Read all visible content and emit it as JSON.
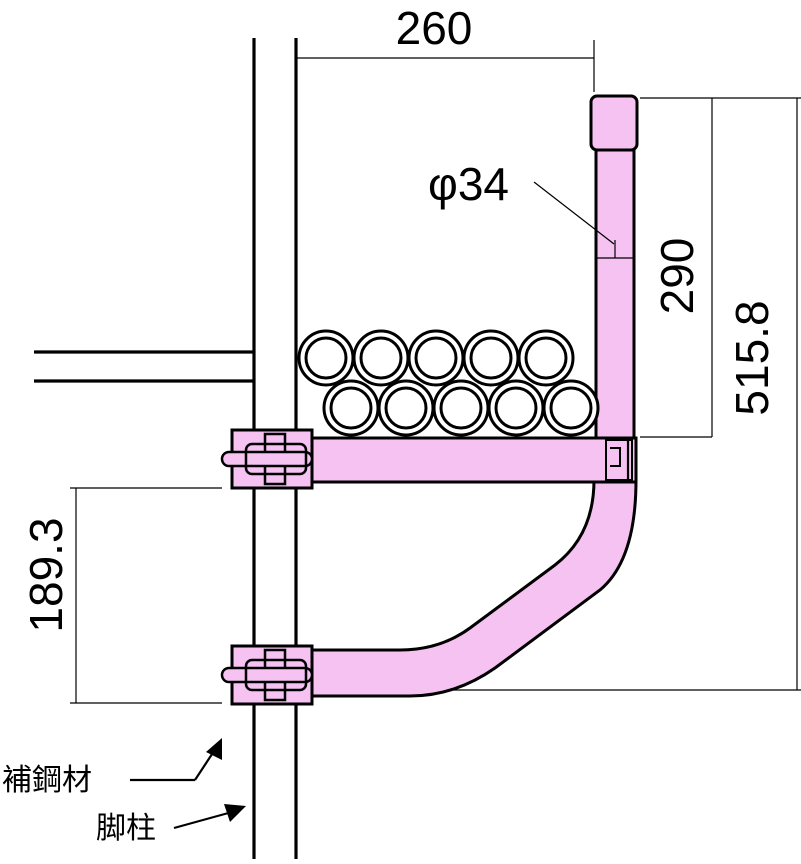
{
  "dimensions": {
    "width_top": "260",
    "pipe_diameter": "φ34",
    "height_upper": "290",
    "height_total": "515.8",
    "height_lower": "189.3"
  },
  "labels": {
    "reinforcing_steel": "補鋼材",
    "leg_column": "脚柱"
  },
  "colors": {
    "bracket_fill": "#f5c2f2",
    "line": "#000000",
    "background": "#ffffff"
  },
  "pipes": {
    "top_row_count": 5,
    "bottom_row_count": 5
  }
}
